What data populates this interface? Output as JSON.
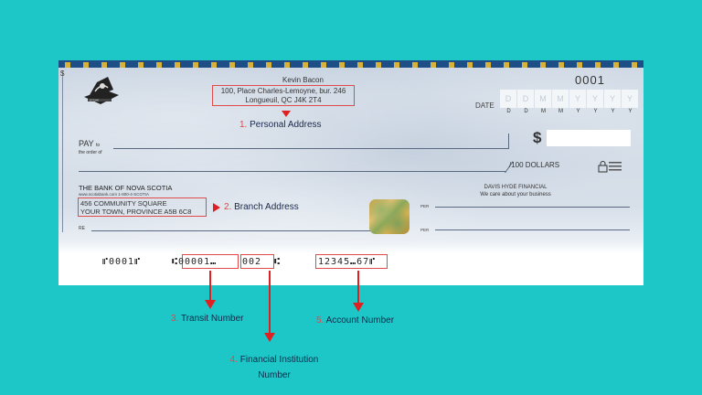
{
  "cheque": {
    "number": "0001",
    "currency_mark": "$",
    "personal": {
      "name": "Kevin Bacon",
      "address_line1": "100, Place Charles-Lemoyne, bur. 246",
      "address_line2": "Longueuil, QC J4K 2T4"
    },
    "date": {
      "label": "DATE",
      "placeholders": [
        "D",
        "D",
        "M",
        "M",
        "Y",
        "Y",
        "Y",
        "Y"
      ],
      "format_labels": [
        "D",
        "D",
        "M",
        "M",
        "Y",
        "Y",
        "Y",
        "Y"
      ]
    },
    "pay": {
      "label": "PAY",
      "to": "to",
      "order_of": "the order of",
      "dollar_sign": "$",
      "amount_value": "",
      "words_suffix": "/100 DOLLARS",
      "security_text": "Security features included"
    },
    "bank": {
      "name": "THE BANK OF NOVA SCOTIA",
      "web": "www.scotiabank.com     1-800-4-SCOTIA",
      "branch_line1": "456 COMMUNITY SQUARE",
      "branch_line2": "YOUR TOWN, PROVINCE A5B 6C8"
    },
    "memo_label": "RE",
    "company": {
      "name": "DAVIS HYDE FINANCIAL",
      "tagline": "We care about your business"
    },
    "signature_labels": [
      "PER",
      "PER"
    ],
    "micr": {
      "cheque_number": "⑈0001⑈",
      "transit": "⑆00001",
      "separator": "⑉",
      "institution": "002",
      "institution_end": "⑆",
      "account": "12345⑉67",
      "account_end": "⑈"
    }
  },
  "callouts": [
    {
      "number": "1.",
      "label": "Personal Address"
    },
    {
      "number": "2.",
      "label": "Branch Address"
    },
    {
      "number": "3.",
      "label": "Transit Number"
    },
    {
      "number": "4.",
      "label": "Financial Institution Number"
    },
    {
      "number": "5.",
      "label": "Account Number"
    }
  ],
  "colors": {
    "background": "#1ec7c7",
    "highlight": "#e24a4a",
    "arrow": "#e02020",
    "band_blue": "#1e4e86",
    "band_gold": "#d8b23a"
  }
}
